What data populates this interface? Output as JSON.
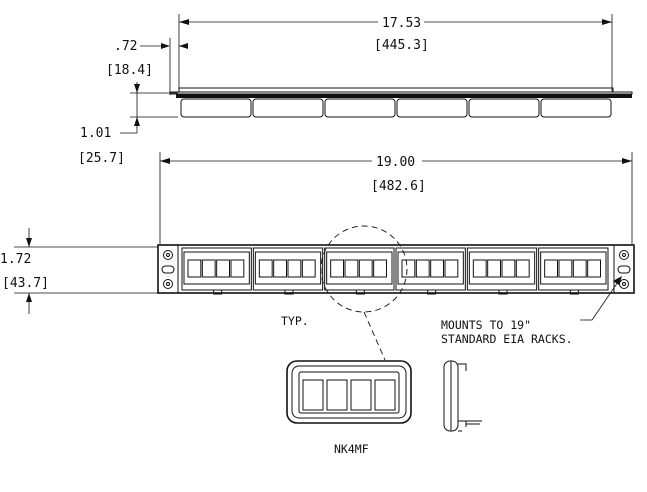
{
  "drawing": {
    "top_view": {
      "width_in": "17.53",
      "width_mm": "[445.3]",
      "offset_in": ".72",
      "offset_mm": "[18.4]",
      "depth_in": "1.01",
      "depth_mm": "[25.7]"
    },
    "front_view": {
      "width_in": "19.00",
      "width_mm": "[482.6]",
      "height_in": "1.72",
      "height_mm": "[43.7]",
      "module_count": 6,
      "ports_per_module": 4
    },
    "notes": {
      "typ": "TYP.",
      "mounts_line1": "MOUNTS TO 19\"",
      "mounts_line2": "STANDARD EIA RACKS."
    },
    "detail": {
      "part_label": "NK4MF"
    }
  }
}
